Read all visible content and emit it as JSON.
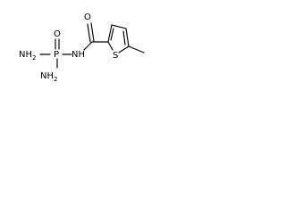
{
  "molecule": {
    "atoms": {
      "nh2_upper": "NH",
      "nh2_upper_sub": "2",
      "nh2_lower": "NH",
      "nh2_lower_sub": "2",
      "phosphorus": "P",
      "phosphoryl_oxygen": "O",
      "amide_nitrogen": "NH",
      "carbonyl_oxygen": "O",
      "thiophene_sulfur": "S"
    },
    "colors": {
      "ink": "#000000",
      "background": "#ffffff"
    }
  }
}
